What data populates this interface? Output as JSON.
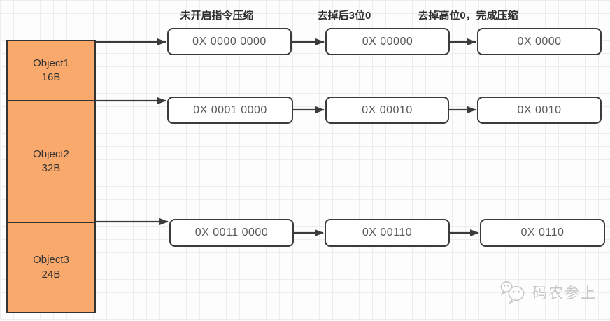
{
  "diagram": {
    "title_implicit": "pointer compression stages",
    "palette": {
      "block_fill": "#F9A96C",
      "stroke": "#3B3B3B",
      "box_text": "#595959",
      "header_text": "#2F2F2F",
      "grid_line": "#EDEDED",
      "watermark_text_color": "#C7C7C7"
    }
  },
  "headers": [
    {
      "label": "未开启指令压缩"
    },
    {
      "label": "去掉后3位0"
    },
    {
      "label": "去掉高位0，完成压缩"
    }
  ],
  "memory_blocks": [
    {
      "name": "Object1",
      "size": "16B"
    },
    {
      "name": "Object2",
      "size": "32B"
    },
    {
      "name": "Object3",
      "size": "24B"
    }
  ],
  "rows": [
    {
      "uncompressed": "0X 0000 0000",
      "after_shift": "0X 00000",
      "compressed": "0X 0000"
    },
    {
      "uncompressed": "0X 0001 0000",
      "after_shift": "0X 00010",
      "compressed": "0X 0010"
    },
    {
      "uncompressed": "0X 0011 0000",
      "after_shift": "0X 00110",
      "compressed": "0X 0110"
    }
  ],
  "watermark": {
    "text": "码农参上",
    "icon": "wechat-bubbles-icon"
  }
}
